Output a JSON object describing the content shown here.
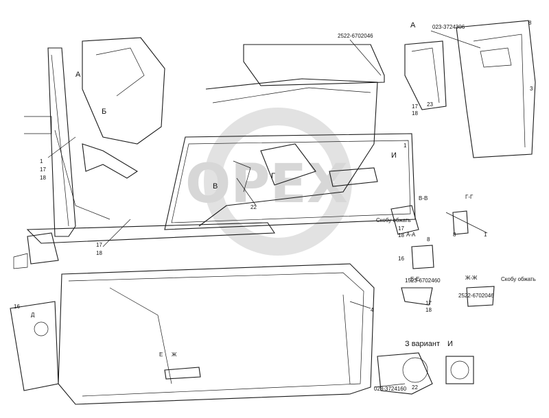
{
  "watermark": "OPEX",
  "views": {
    "a": "А",
    "b": "Б",
    "v": "В",
    "g": "Г",
    "i": "И",
    "vv": "В-В",
    "gg": "Г-Г",
    "aa": "А-А",
    "ee": "Е-Е",
    "zhzh": "Ж-Ж",
    "z_variant": "З вариант",
    "i_view": "И",
    "d": "Д",
    "e_cut": "Е",
    "zh_cut": "Ж"
  },
  "part_numbers": {
    "p1": "2522-6702046",
    "p2": "023-3724306",
    "p3": "1523-6702460",
    "p4": "2522-6702046",
    "p5": "023-3724160"
  },
  "notes": {
    "skobu1": "Скобу обжать",
    "skobu2": "Скобу обжать"
  },
  "callouts": {
    "n1": "1",
    "n17": "17",
    "n18": "18",
    "n22": "22",
    "n3": "3",
    "n4": "4",
    "n16": "16",
    "n16b": "16",
    "n23": "23",
    "n17b": "17",
    "n18b": "18",
    "n8": "8",
    "n8b": "8",
    "n8c": "8",
    "n1b": "1",
    "n17c": "17",
    "n18c": "18",
    "n22b": "22",
    "n17d": "17",
    "n18d": "18",
    "n1c": "1",
    "n17e": "17",
    "n18e": "18"
  }
}
